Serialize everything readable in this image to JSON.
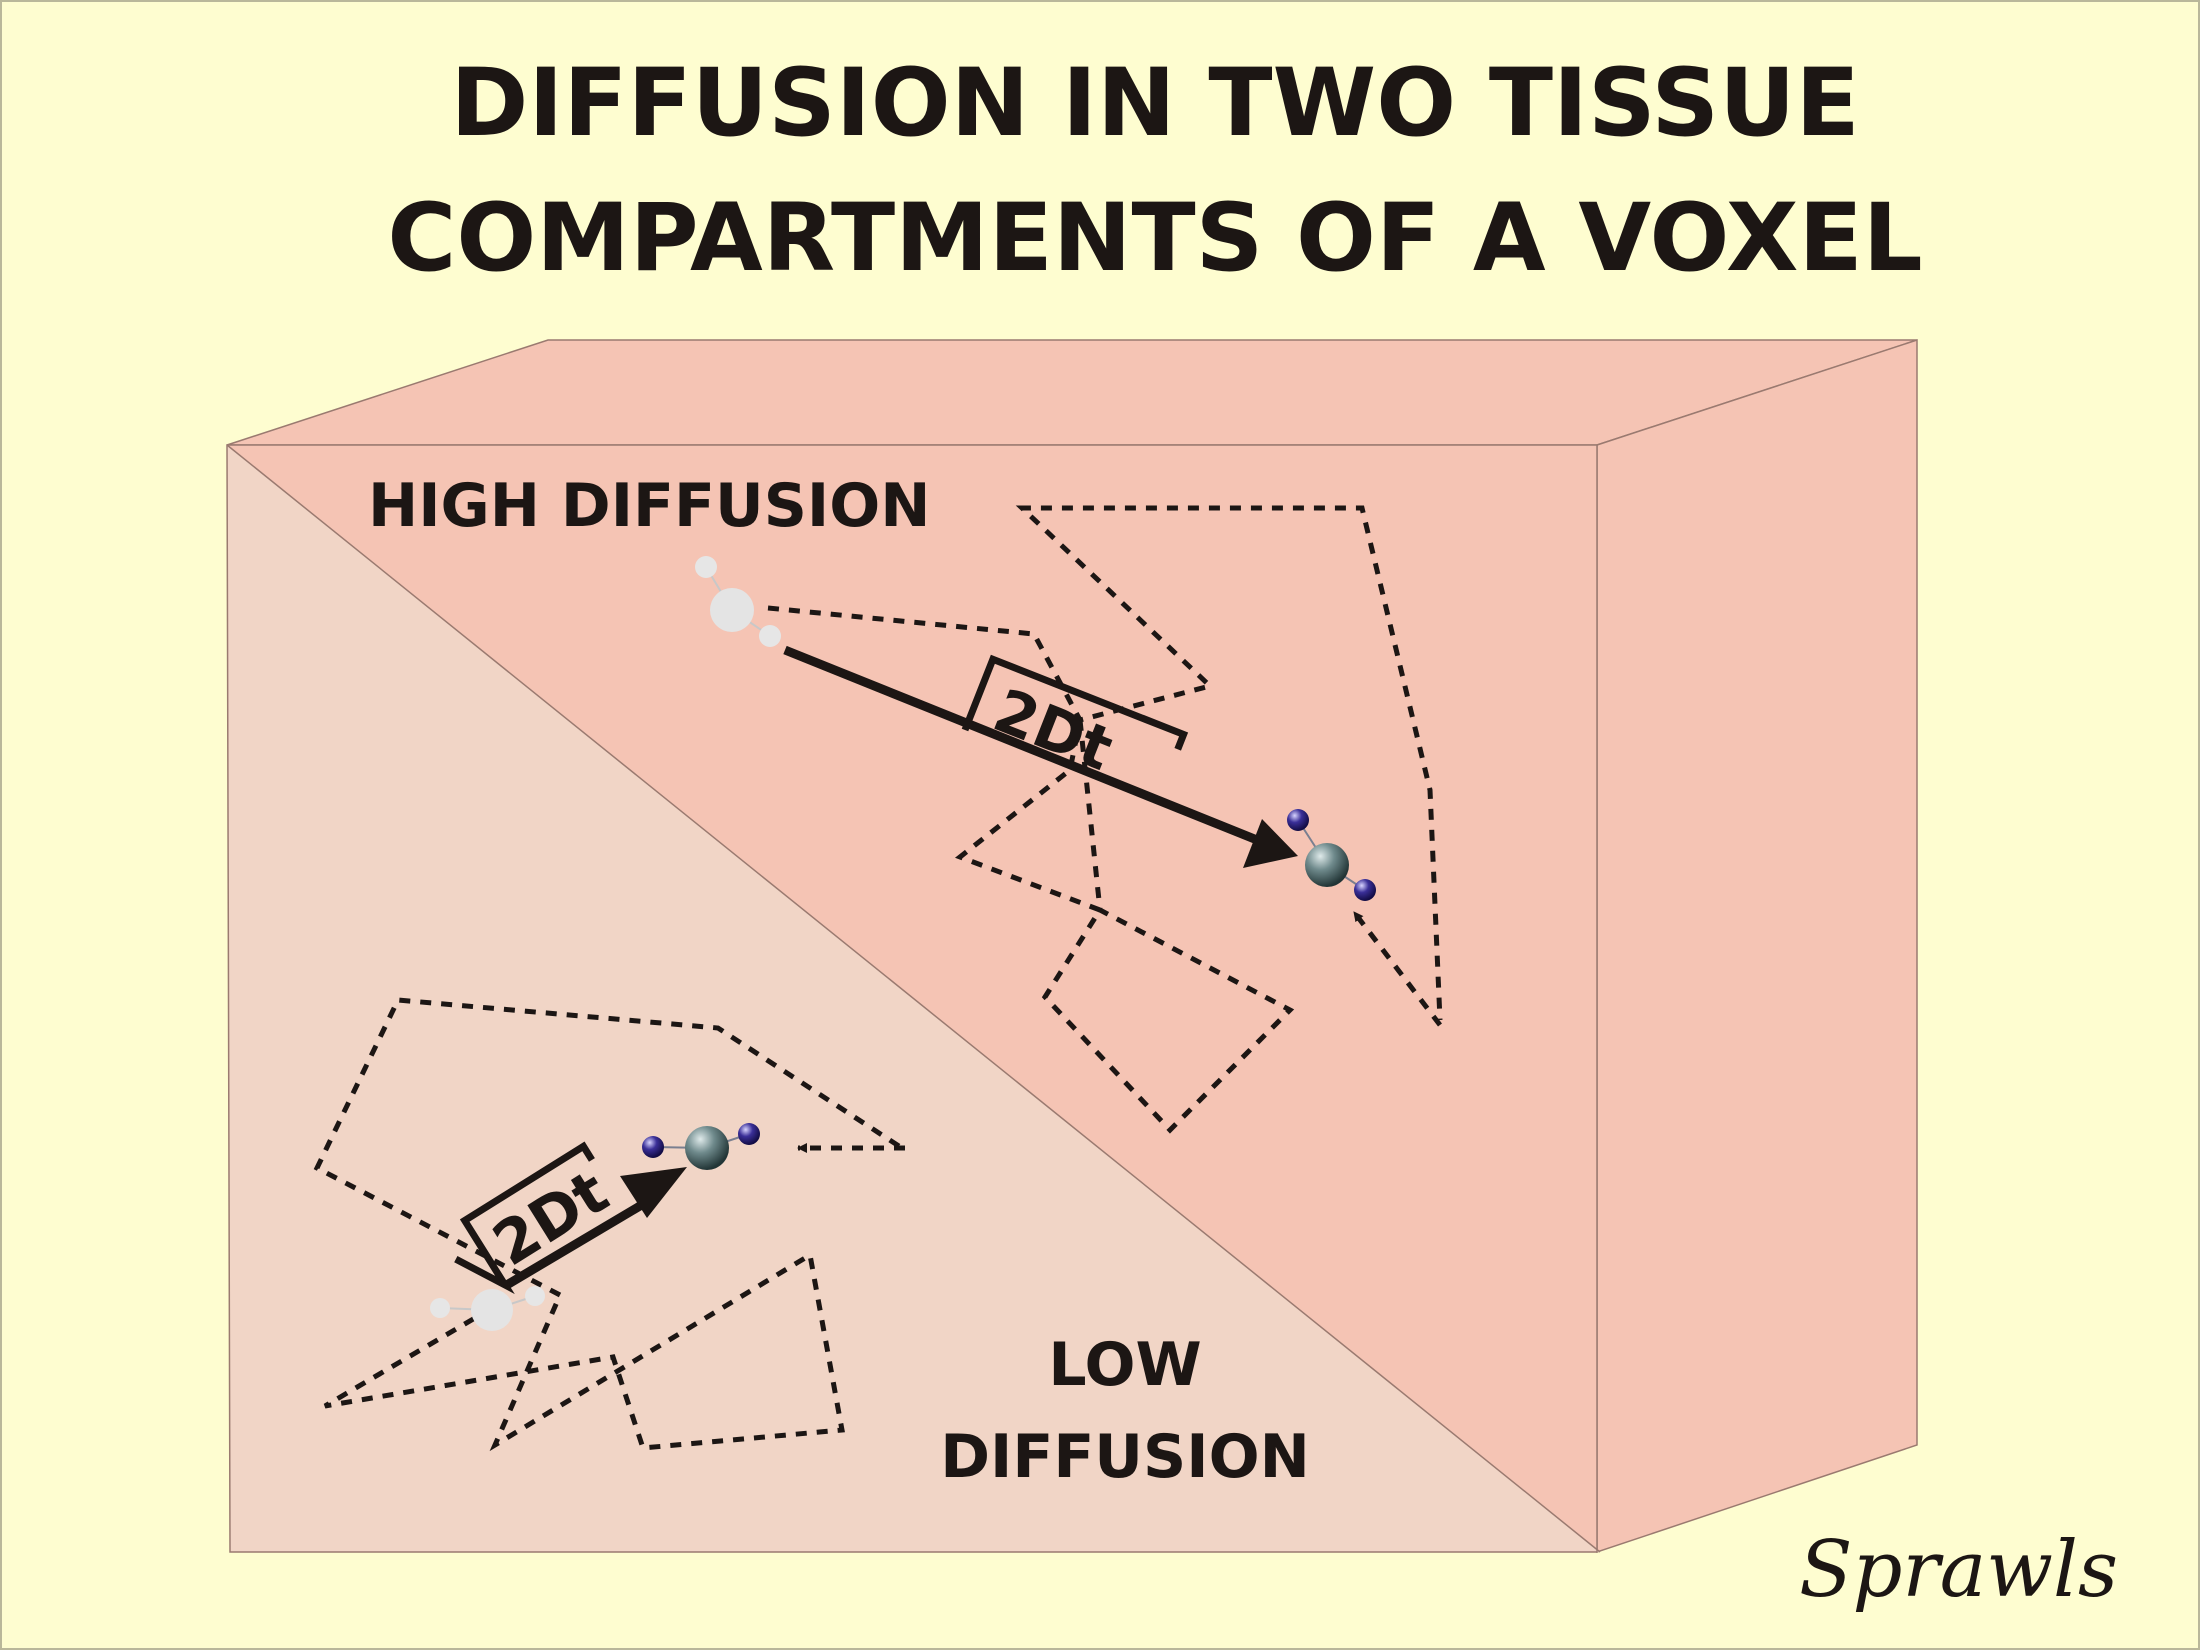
{
  "title": {
    "line1": "DIFFUSION IN TWO TISSUE",
    "line2": "COMPARTMENTS OF A VOXEL"
  },
  "compartments": {
    "high": {
      "label": "HIGH DIFFUSION",
      "formula": "2Dt"
    },
    "low": {
      "label_line1": "LOW",
      "label_line2": "DIFFUSION",
      "formula": "2Dt"
    }
  },
  "signature": "Sprawls",
  "colors": {
    "background": "#FEFDD0",
    "high_region": "#F5C4B4",
    "low_region": "#F1D5C6",
    "side_face": "#F5C4B4",
    "text": "#1c1614"
  },
  "icons": {
    "water_molecule": "water-molecule-icon",
    "sqrt_symbol": "square-root-symbol"
  }
}
